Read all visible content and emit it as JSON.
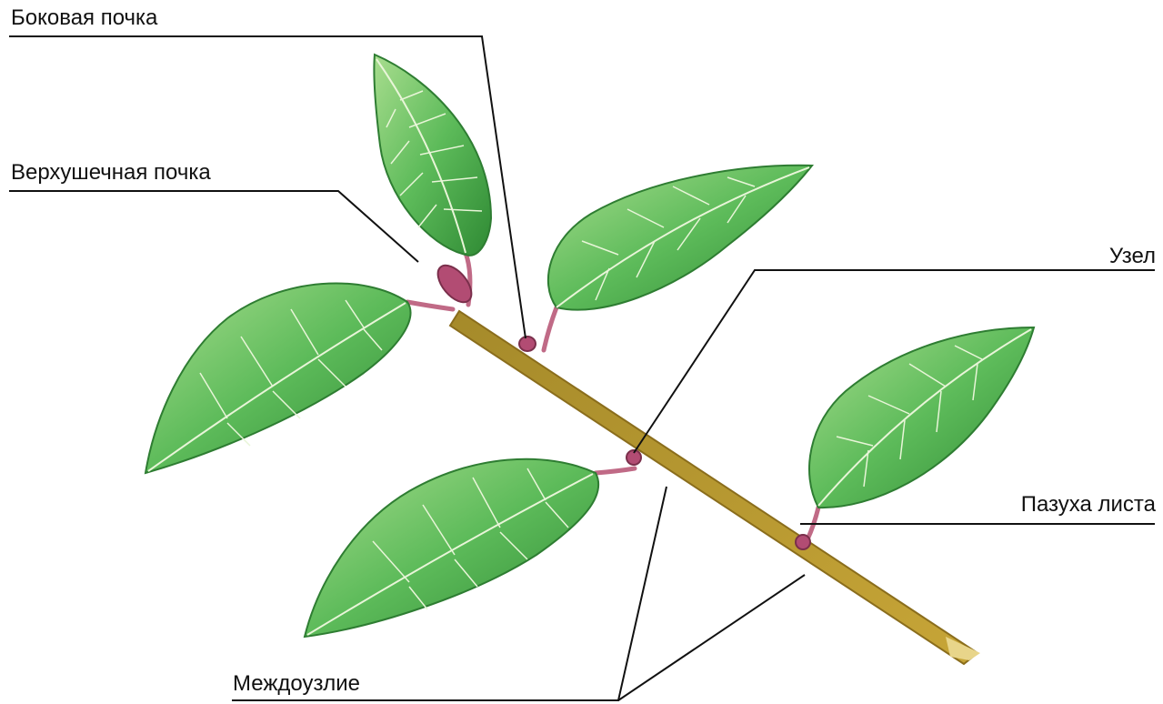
{
  "labels": {
    "lateral_bud": "Боковая почка",
    "apical_bud": "Верхушечная почка",
    "node": "Узел",
    "leaf_axil": "Пазуха листа",
    "internode": "Междоузлие"
  },
  "colors": {
    "leaf_light": "#8fd07a",
    "leaf_mid": "#4caf50",
    "leaf_dark": "#2e7d32",
    "vein": "#e8f5d8",
    "stem": "#b99a2a",
    "stem_dark": "#8a6d1c",
    "petiole": "#c06a86",
    "bud": "#b24c73",
    "leader_line": "#111111"
  }
}
